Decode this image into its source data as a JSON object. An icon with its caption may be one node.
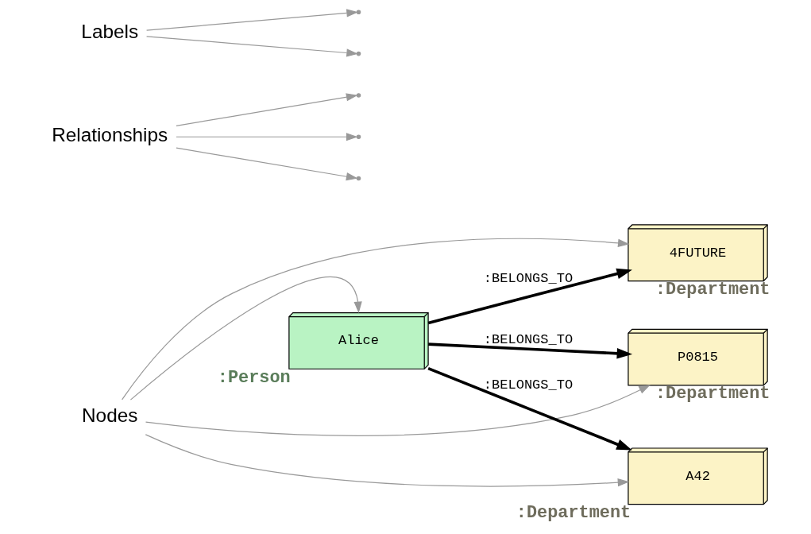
{
  "diagram": {
    "nodes": [
      {
        "text": [
          "Nodes"
        ]
      },
      {
        "text": [
          "Alice"
        ],
        "beside": [
          ":Person"
        ]
      },
      {
        "text": [
          "4FUTURE"
        ],
        "beside": [
          ":Department"
        ]
      },
      {
        "text": [
          "P0815"
        ],
        "beside": [
          ":Department"
        ]
      },
      {
        "text": [
          "A42"
        ],
        "beside": [
          ":Department"
        ]
      },
      {
        "text": [
          "Relationships"
        ]
      },
      {
        "text": [
          "Labels"
        ]
      }
    ],
    "edges": [
      {
        "from": 0,
        "to": 1,
        "arrow": "to"
      },
      {
        "from": 0,
        "to": 2,
        "arrow": "to"
      },
      {
        "from": 0,
        "to": 3,
        "arrow": "to"
      },
      {
        "from": 0,
        "to": 4,
        "arrow": "to"
      },
      {
        "from": 1,
        "to": 2,
        "arrow": "to",
        "label": ":BELONGS_TO",
        "style": "thick",
        "color": "#000000"
      },
      {
        "from": 1,
        "to": 3,
        "arrow": "to",
        "label": ":BELONGS_TO",
        "style": "thick",
        "color": "#000000"
      },
      {
        "from": 1,
        "to": 4,
        "arrow": "to",
        "label": ":BELONGS_TO",
        "style": "thick",
        "color": "#000000"
      },
      {
        "from": 5,
        "to": null,
        "arrow": "to"
      },
      {
        "from": 5,
        "to": null,
        "arrow": "to"
      },
      {
        "from": 5,
        "to": null,
        "arrow": "to"
      },
      {
        "from": 6,
        "to": null,
        "arrow": "to"
      },
      {
        "from": 6,
        "to": null,
        "arrow": "to"
      }
    ]
  }
}
